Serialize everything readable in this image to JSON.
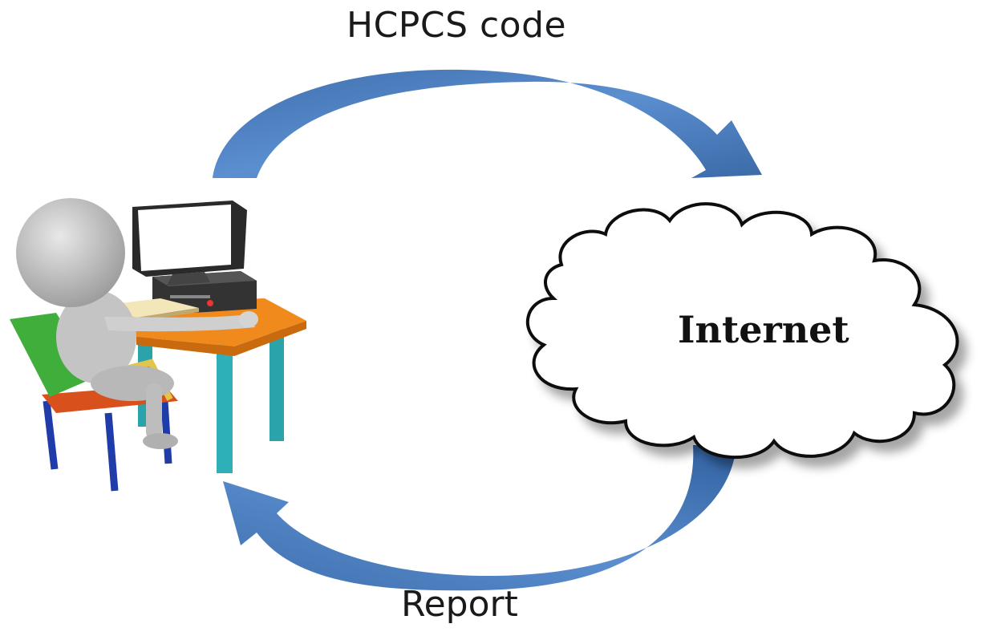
{
  "arrows": {
    "top_label": "HCPCS code",
    "bottom_label": "Report"
  },
  "cloud": {
    "label": "Internet"
  },
  "colors": {
    "arrow_light": "#5b8fd0",
    "arrow_dark": "#2f5f9e",
    "chair": "#3fae3a",
    "desk": "#f08a1c",
    "desk_leg": "#2eb0b8",
    "figure": "#c9c9c9"
  },
  "icons": {
    "user": "person-at-computer-icon",
    "cloud": "cloud-icon"
  }
}
